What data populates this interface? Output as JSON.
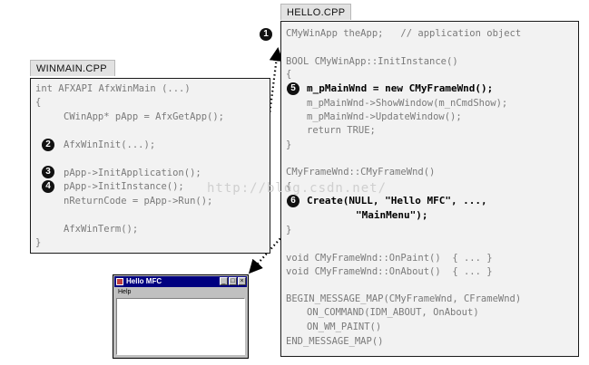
{
  "tabs": {
    "winmain": "WINMAIN.CPP",
    "hello": "HELLO.CPP"
  },
  "winmain_code": {
    "l1": "int AFXAPI AfxWinMain (...)",
    "l2": "{",
    "l3": "CWinApp* pApp = AfxGetApp();",
    "l4": "AfxWinInit(...);",
    "l5": "pApp->InitApplication();",
    "l6": "pApp->InitInstance();",
    "l7": "nReturnCode = pApp->Run();",
    "l8": "AfxWinTerm();",
    "l9": "}"
  },
  "hello_code": {
    "l1": "CMyWinApp theApp;   // application object",
    "l2": "BOOL CMyWinApp::InitInstance()",
    "l3": "{",
    "l4": "m_pMainWnd = new CMyFrameWnd();",
    "l5": "m_pMainWnd->ShowWindow(m_nCmdShow);",
    "l6": "m_pMainWnd->UpdateWindow();",
    "l7": "return TRUE;",
    "l8": "}",
    "l9": "CMyFrameWnd::CMyFrameWnd()",
    "l10": "{",
    "l11": "Create(NULL, \"Hello MFC\", ...,",
    "l12": "\"MainMenu\");",
    "l13": "}",
    "l14": "void CMyFrameWnd::OnPaint()  { ... }",
    "l15": "void CMyFrameWnd::OnAbout()  { ... }",
    "l16": "BEGIN_MESSAGE_MAP(CMyFrameWnd, CFrameWnd)",
    "l17": "ON_COMMAND(IDM_ABOUT, OnAbout)",
    "l18": "ON_WM_PAINT()",
    "l19": "END_MESSAGE_MAP()"
  },
  "steps": [
    "1",
    "2",
    "3",
    "4",
    "5",
    "6"
  ],
  "watermark": "http://blog.csdn.net/",
  "mini_window": {
    "title": "Hello MFC",
    "menu": "Help",
    "min": "_",
    "max": "□",
    "close": "×"
  }
}
